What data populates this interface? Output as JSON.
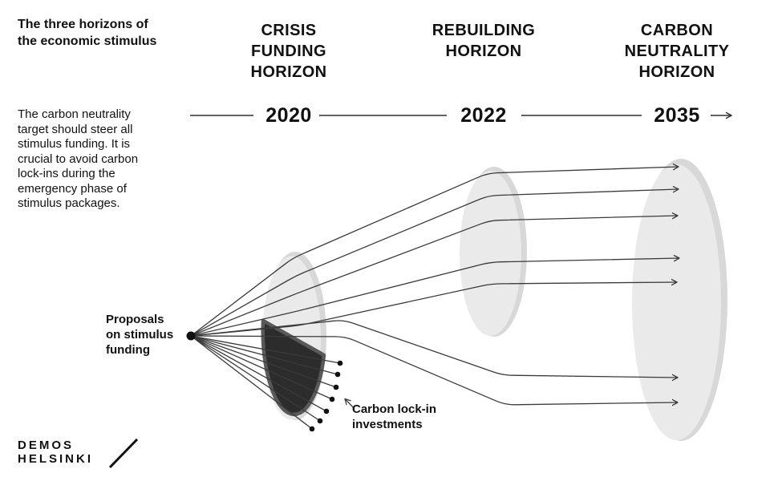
{
  "intro": {
    "title": "The three horizons of\nthe economic stimulus",
    "description": "The carbon neutrality\ntarget should steer all\nstimulus funding. It is\ncrucial to avoid carbon\nlock-ins during the\nemergency phase of\nstimulus packages."
  },
  "horizons": [
    {
      "label": "CRISIS\nFUNDING\nHORIZON",
      "year": "2020"
    },
    {
      "label": "REBUILDING\nHORIZON",
      "year": "2022"
    },
    {
      "label": "CARBON\nNEUTRALITY\nHORIZON",
      "year": "2035"
    }
  ],
  "annotations": {
    "proposals": "Proposals\non stimulus\nfunding",
    "lock_in": "Carbon lock-in\ninvestments"
  },
  "logo": {
    "line1": "DEMOS",
    "line2": "HELSINKI"
  },
  "colors": {
    "background": "#ffffff",
    "text": "#111111",
    "line": "#3a3a3a",
    "timeline": "#2e2e2e",
    "horizon_fill": "#eaeaea",
    "horizon_rim": "#d8d8d8",
    "lock_in_fill": "#2c2c2c",
    "lock_in_rim": "#595959",
    "dot": "#111111"
  }
}
